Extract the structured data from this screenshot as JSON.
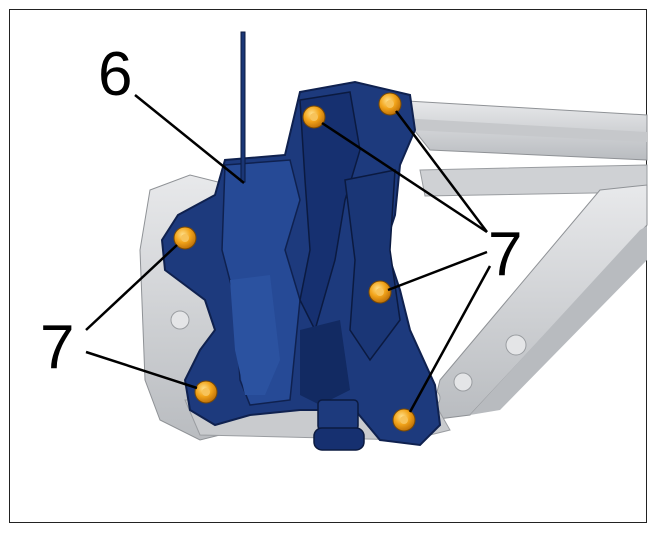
{
  "diagram": {
    "callouts": [
      {
        "id": "6",
        "text": "6"
      },
      {
        "id": "7-right",
        "text": "7"
      },
      {
        "id": "7-left",
        "text": "7"
      }
    ]
  },
  "colors": {
    "bracket": "#1d3a7d",
    "bracket_dark": "#0f214f",
    "frame_gray": "#d4d6d9",
    "frame_shadow": "#aeb1b5",
    "bolt": "#f2a41a",
    "bolt_dark": "#c87608"
  },
  "icons": {
    "bolt": "bolt-icon",
    "bracket": "mounting-bracket-icon"
  }
}
